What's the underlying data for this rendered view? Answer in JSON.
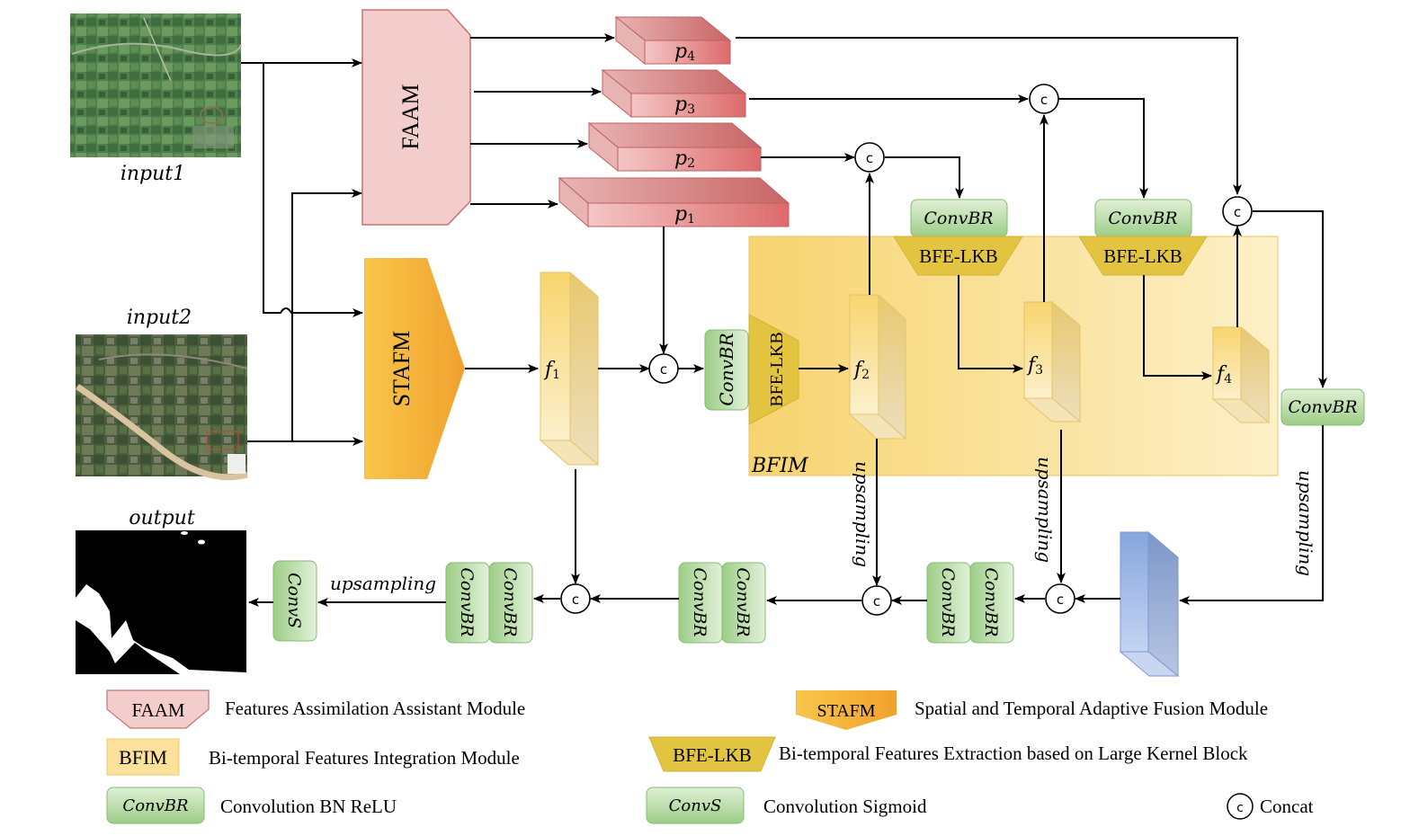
{
  "inputs": {
    "input1_label": "input1",
    "input2_label": "input2",
    "output_label": "output"
  },
  "modules": {
    "faam": "FAAM",
    "stafm": "STAFM",
    "bfim": "BFIM",
    "bfe_lkb": "BFE-LKB",
    "convbr": "ConvBR",
    "convs": "ConvS",
    "concat_symbol": "c"
  },
  "pyramid": {
    "p1": "p",
    "p1_sub": "1",
    "p2": "p",
    "p2_sub": "2",
    "p3": "p",
    "p3_sub": "3",
    "p4": "p",
    "p4_sub": "4"
  },
  "features": {
    "f1": "f",
    "f1_sub": "1",
    "f2": "f",
    "f2_sub": "2",
    "f3": "f",
    "f3_sub": "3",
    "f4": "f",
    "f4_sub": "4"
  },
  "edge_labels": {
    "upsampling": "upsampling"
  },
  "legend": {
    "faam_desc": "Features Assimilation Assistant Module",
    "stafm_desc": "Spatial and Temporal Adaptive Fusion Module",
    "bfim_desc": "Bi-temporal  Features Integration Module",
    "bfe_lkb_desc": "Bi-temporal Features Extraction based on Large Kernel Block",
    "convbr_desc": "Convolution BN ReLU",
    "convs_desc": "Convolution  Sigmoid",
    "concat_desc": "Concat"
  },
  "colors": {
    "faam_fill": "#f3cccc",
    "faam_stroke": "#c97070",
    "pyramid_fill": "#e07070",
    "stafm_fill": "#f2a93a",
    "bfim_fill": "#f9dc86",
    "bfe_fill": "#e2c440",
    "conv_fill": "#9fd08a",
    "feature_fill": "#f6dc90",
    "decoder_fill": "#8fa9dc"
  }
}
